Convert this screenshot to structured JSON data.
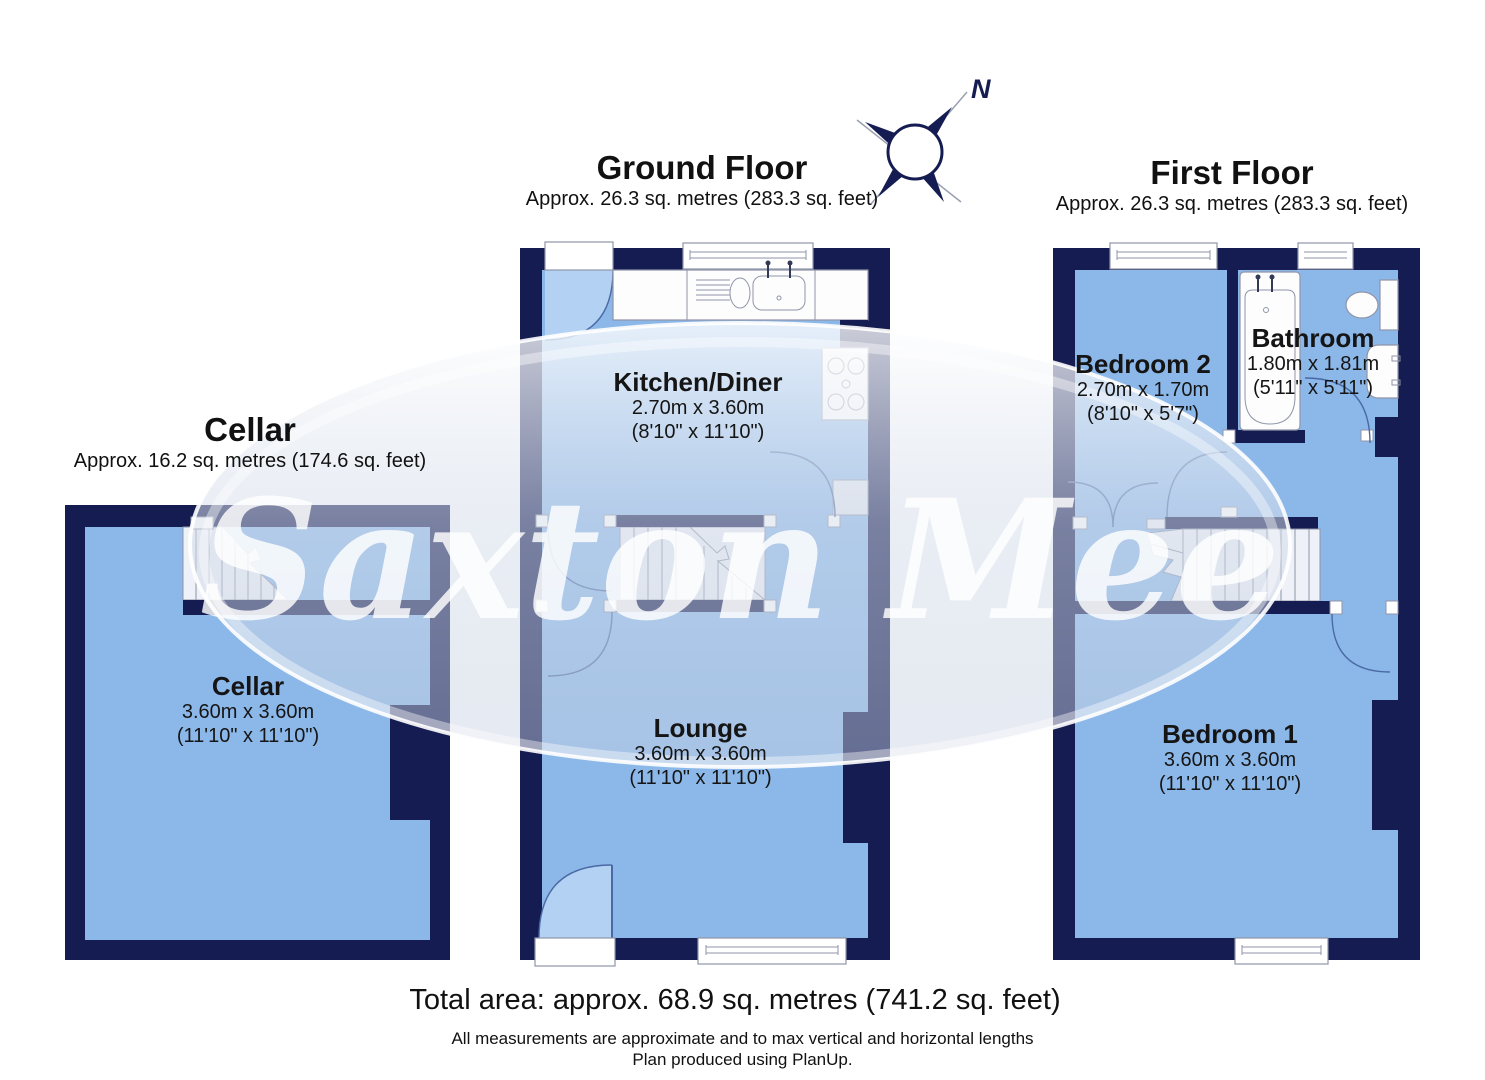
{
  "watermark": {
    "text": "Saxton Mee"
  },
  "compass": {
    "label": "N"
  },
  "floors": {
    "ground": {
      "title": "Ground Floor",
      "area": "Approx. 26.3 sq. metres (283.3 sq. feet)"
    },
    "first": {
      "title": "First Floor",
      "area": "Approx. 26.3 sq. metres (283.3 sq. feet)"
    },
    "cellar": {
      "title": "Cellar",
      "area": "Approx. 16.2 sq. metres (174.6 sq. feet)"
    }
  },
  "rooms": {
    "cellar": {
      "name": "Cellar",
      "metric": "3.60m x 3.60m",
      "imperial": "(11'10\" x 11'10\")"
    },
    "kitchen": {
      "name": "Kitchen/Diner",
      "metric": "2.70m x 3.60m",
      "imperial": "(8'10\" x 11'10\")"
    },
    "lounge": {
      "name": "Lounge",
      "metric": "3.60m x 3.60m",
      "imperial": "(11'10\" x 11'10\")"
    },
    "bedroom2": {
      "name": "Bedroom 2",
      "metric": "2.70m x 1.70m",
      "imperial": "(8'10\" x 5'7\")"
    },
    "bathroom": {
      "name": "Bathroom",
      "metric": "1.80m x 1.81m",
      "imperial": "(5'11\" x 5'11\")"
    },
    "bedroom1": {
      "name": "Bedroom 1",
      "metric": "3.60m x 3.60m",
      "imperial": "(11'10\" x 11'10\")"
    }
  },
  "footer": {
    "total": "Total area: approx. 68.9 sq. metres (741.2 sq. feet)",
    "note1": "All measurements are approximate and to max vertical and horizontal lengths",
    "note2": "Plan produced using PlanUp."
  },
  "colors": {
    "wall": "#151c52",
    "room": "#8cb8e9",
    "door_sector": "#b3d1f3",
    "arc": "#4a6aa5"
  }
}
